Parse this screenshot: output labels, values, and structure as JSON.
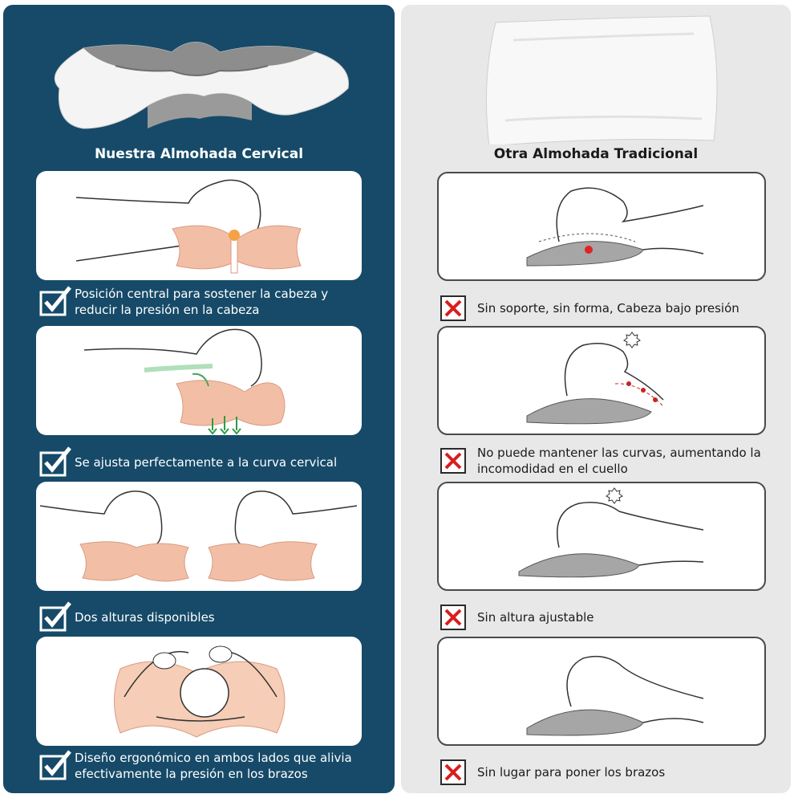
{
  "left": {
    "title": "Nuestra Almohada Cervical",
    "features": [
      {
        "line1": "Posición central para sostener la cabeza y",
        "line2": "reducir la presión en la cabeza"
      },
      {
        "line1": "Se ajusta perfectamente a la curva cervical",
        "line2": ""
      },
      {
        "line1": "Dos alturas disponibles",
        "line2": ""
      },
      {
        "line1": "Diseño ergonómico en ambos lados que alivia",
        "line2": "efectivamente la presión en los brazos"
      }
    ]
  },
  "right": {
    "title": "Otra Almohada Tradicional",
    "features": [
      {
        "line1": "Sin soporte, sin forma, Cabeza bajo presión",
        "line2": ""
      },
      {
        "line1": "No puede mantener las curvas, aumentando la",
        "line2": "incomodidad en el cuello"
      },
      {
        "line1": "Sin altura ajustable",
        "line2": ""
      },
      {
        "line1": "Sin lugar para poner los brazos",
        "line2": ""
      }
    ]
  },
  "colors": {
    "left_bg": "#164a68",
    "right_bg": "#e8e8e8",
    "pillow_pink": "#f2bfa6",
    "traditional_grey": "#a6a6a6",
    "x_red": "#d81e1e"
  },
  "icons": {
    "check": "checkbox-check-icon",
    "cross": "red-x-icon"
  }
}
